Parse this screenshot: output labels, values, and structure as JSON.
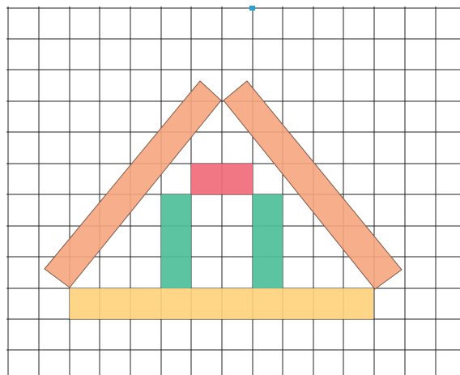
{
  "canvas": {
    "background": "#ffffff",
    "grid_color": "#222222"
  },
  "colors": {
    "roof": "#f6a57e",
    "roof_stroke": "#7a5a4a",
    "pillar": "#4fbf9a",
    "lintel": "#ef6b78",
    "base": "#ffd27a",
    "marker": "#2a9fd6"
  },
  "shapes": [
    {
      "id": "roof-left-plank",
      "kind": "rotated-bar",
      "color_key": "roof"
    },
    {
      "id": "roof-right-plank",
      "kind": "rotated-bar",
      "color_key": "roof"
    },
    {
      "id": "lintel-block",
      "kind": "rect",
      "color_key": "lintel"
    },
    {
      "id": "left-pillar",
      "kind": "rect",
      "color_key": "pillar"
    },
    {
      "id": "right-pillar",
      "kind": "rect",
      "color_key": "pillar"
    },
    {
      "id": "base-plank",
      "kind": "rect",
      "color_key": "base"
    }
  ]
}
